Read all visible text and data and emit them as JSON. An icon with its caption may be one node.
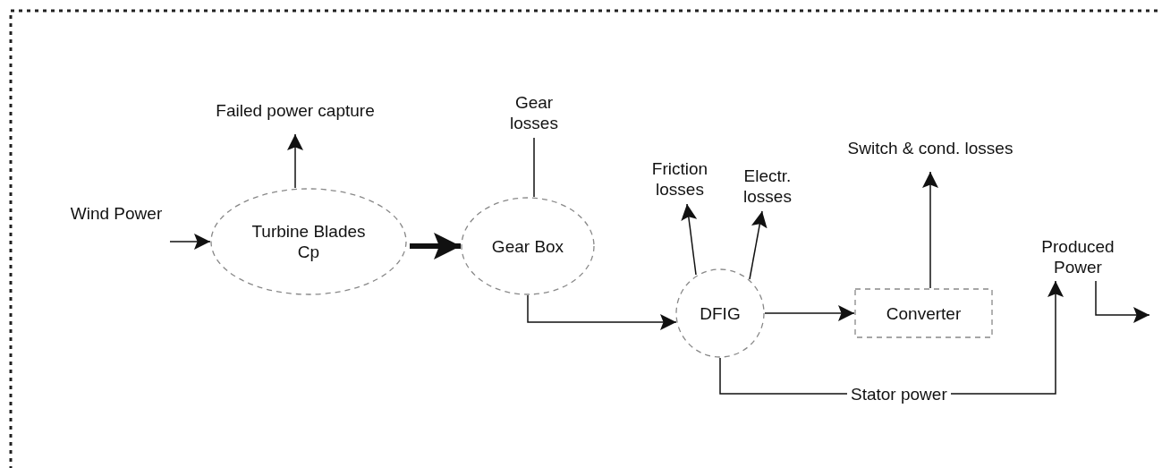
{
  "diagram": {
    "nodes": [
      {
        "text": [
          "Wind Power"
        ]
      },
      {
        "text": [
          "Turbine Blades",
          "Cp"
        ]
      },
      {
        "text": [
          "Failed power capture"
        ]
      },
      {
        "text": [
          "Gear Box"
        ]
      },
      {
        "text": [
          "Gear losses"
        ]
      },
      {
        "text": [
          "DFIG"
        ]
      },
      {
        "text": [
          "Friction losses"
        ]
      },
      {
        "text": [
          "Electr. losses"
        ]
      },
      {
        "text": [
          "Converter"
        ]
      },
      {
        "text": [
          "Switch & cond. losses"
        ]
      },
      {
        "text": [
          "Produced Power"
        ]
      }
    ],
    "edges": [
      {
        "from": 0,
        "to": 1,
        "arrow": "to"
      },
      {
        "from": 1,
        "to": 2,
        "arrow": "to"
      },
      {
        "from": 1,
        "to": 3,
        "arrow": "to",
        "style": "thick"
      },
      {
        "from": 3,
        "to": 4,
        "arrow": "none"
      },
      {
        "from": 3,
        "to": 5,
        "arrow": "to"
      },
      {
        "from": 5,
        "to": 6,
        "arrow": "to"
      },
      {
        "from": 5,
        "to": 7,
        "arrow": "to"
      },
      {
        "from": 5,
        "to": 8,
        "arrow": "to"
      },
      {
        "from": 8,
        "to": 9,
        "arrow": "to"
      },
      {
        "from": 5,
        "to": 10,
        "arrow": "to",
        "label": "Stator power"
      },
      {
        "from": 10,
        "to": null,
        "arrow": "to"
      }
    ]
  }
}
